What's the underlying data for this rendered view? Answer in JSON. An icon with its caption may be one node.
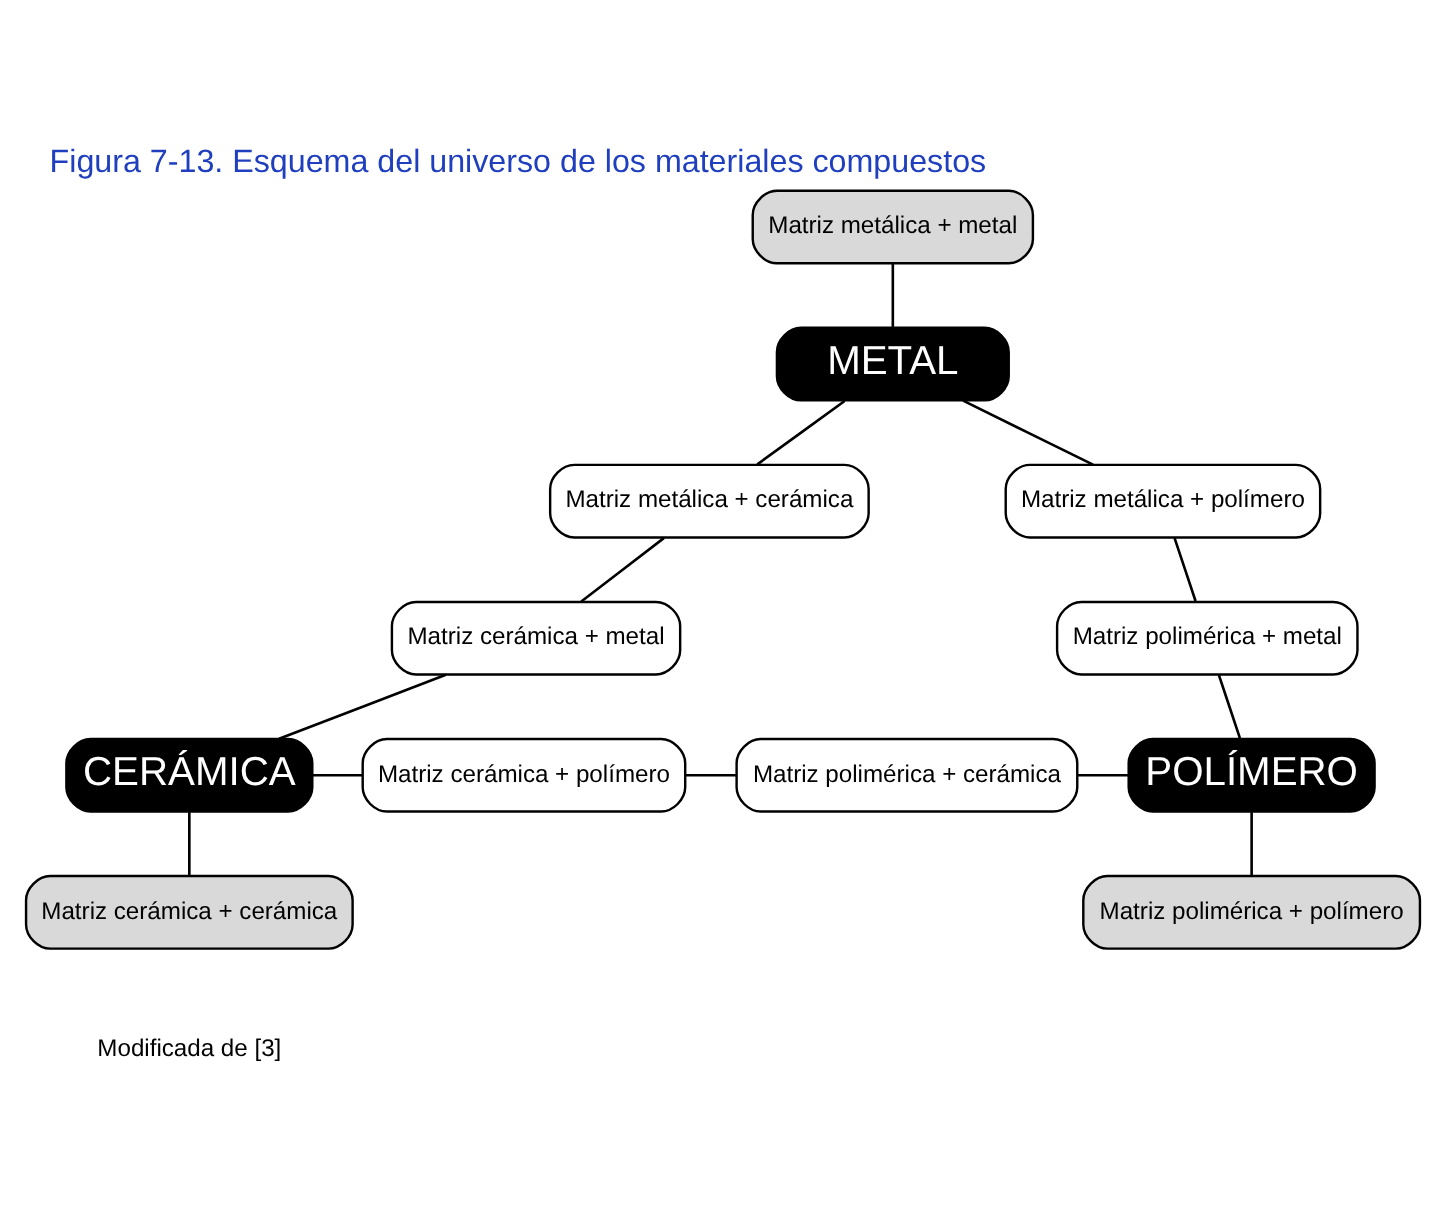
{
  "diagram": {
    "title": "Figura 7-13. Esquema del universo de los materiales compuestos",
    "caption": "Modificada de [3]",
    "nodes": [
      {
        "text": [
          "Matriz metálica + metal"
        ]
      },
      {
        "text": [
          "METAL"
        ]
      },
      {
        "text": [
          "Matriz metálica + cerámica"
        ]
      },
      {
        "text": [
          "Matriz metálica + polímero"
        ]
      },
      {
        "text": [
          "Matriz cerámica + metal"
        ]
      },
      {
        "text": [
          "Matriz polimérica + metal"
        ]
      },
      {
        "text": [
          "CERÁMICA"
        ]
      },
      {
        "text": [
          "Matriz cerámica + polímero"
        ]
      },
      {
        "text": [
          "Matriz polimérica + cerámica"
        ]
      },
      {
        "text": [
          "POLÍMERO"
        ]
      },
      {
        "text": [
          "Matriz cerámica + cerámica"
        ]
      },
      {
        "text": [
          "Matriz polimérica + polímero"
        ]
      }
    ],
    "edges": [
      {
        "from": 0,
        "to": 1,
        "arrow": "none"
      },
      {
        "from": 1,
        "to": 2,
        "arrow": "none"
      },
      {
        "from": 2,
        "to": 4,
        "arrow": "none"
      },
      {
        "from": 4,
        "to": 6,
        "arrow": "none"
      },
      {
        "from": 1,
        "to": 3,
        "arrow": "none"
      },
      {
        "from": 3,
        "to": 5,
        "arrow": "none"
      },
      {
        "from": 5,
        "to": 9,
        "arrow": "none"
      },
      {
        "from": 6,
        "to": 7,
        "arrow": "none"
      },
      {
        "from": 7,
        "to": 8,
        "arrow": "none"
      },
      {
        "from": 8,
        "to": 9,
        "arrow": "none"
      },
      {
        "from": 6,
        "to": 10,
        "arrow": "none"
      },
      {
        "from": 9,
        "to": 11,
        "arrow": "none"
      }
    ]
  }
}
